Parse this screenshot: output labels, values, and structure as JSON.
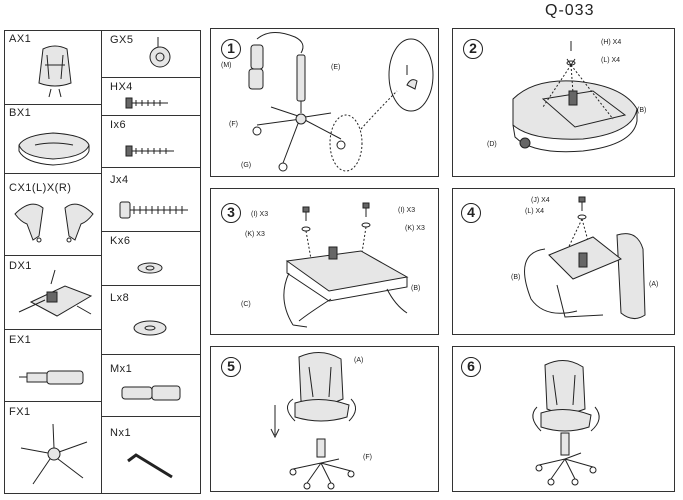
{
  "model": "Q-033",
  "parts": {
    "a": "AX1",
    "b": "BX1",
    "c": "CX1(L)X(R)",
    "d": "DX1",
    "e": "EX1",
    "f": "FX1",
    "g": "GX5",
    "h": "HX4",
    "i": "Ix6",
    "j": "Jx4",
    "k": "Kx6",
    "l": "Lx8",
    "m": "Mx1",
    "n": "Nx1"
  },
  "steps": [
    {
      "number": "1",
      "callouts": [
        "(M)",
        "(E)",
        "(F)",
        "(G)"
      ]
    },
    {
      "number": "2",
      "callouts": [
        "(H) X4",
        "(L) X4",
        "(B)",
        "(D)"
      ]
    },
    {
      "number": "3",
      "callouts": [
        "(I) X3",
        "(I) X3",
        "(K) X3",
        "(K) X3",
        "(B)",
        "(C)"
      ]
    },
    {
      "number": "4",
      "callouts": [
        "(J) X4",
        "(L) X4",
        "(B)",
        "(A)"
      ]
    },
    {
      "number": "5",
      "callouts": [
        "(A)",
        "(F)"
      ]
    },
    {
      "number": "6",
      "callouts": []
    }
  ]
}
